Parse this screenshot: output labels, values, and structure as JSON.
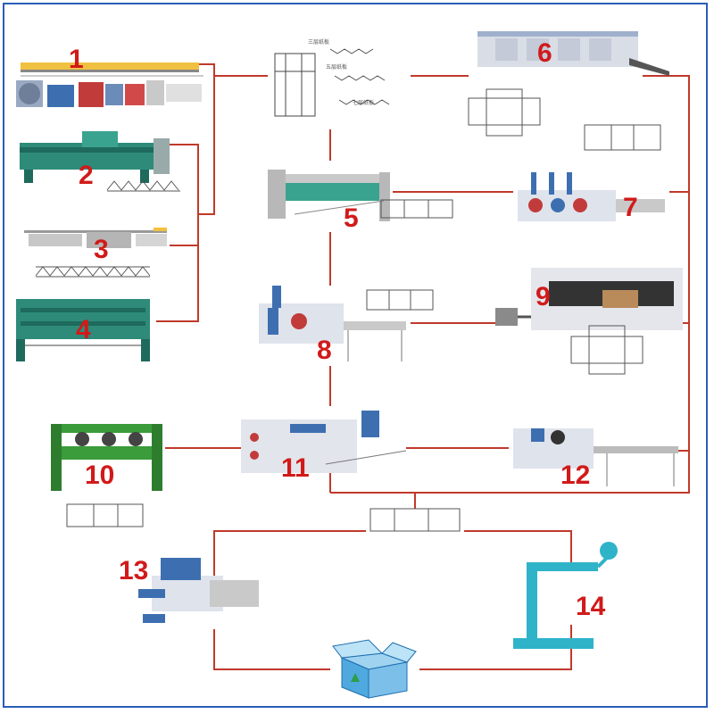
{
  "diagram": {
    "colors": {
      "line": "#c0392b",
      "number": "#d11a1a",
      "frame": "#2a5db8"
    },
    "stations": [
      {
        "id": 1,
        "label": "1",
        "machine": "corrugated-production-line"
      },
      {
        "id": 2,
        "label": "2",
        "machine": "single-facer-corrugator"
      },
      {
        "id": 3,
        "label": "3",
        "machine": "slitter-machine"
      },
      {
        "id": 4,
        "label": "4",
        "machine": "board-laminating-machine"
      },
      {
        "id": 5,
        "label": "5",
        "machine": "slitter-scorer"
      },
      {
        "id": 6,
        "label": "6",
        "machine": "flexo-printer-slotter-die-cutter"
      },
      {
        "id": 7,
        "label": "7",
        "machine": "printer-slotter"
      },
      {
        "id": 8,
        "label": "8",
        "machine": "printing-machine"
      },
      {
        "id": 9,
        "label": "9",
        "machine": "rotary-die-cutter"
      },
      {
        "id": 10,
        "label": "10",
        "machine": "thin-blade-slitter"
      },
      {
        "id": 11,
        "label": "11",
        "machine": "printer-slotter-die-cutter"
      },
      {
        "id": 12,
        "label": "12",
        "machine": "rotary-slotter"
      },
      {
        "id": 13,
        "label": "13",
        "machine": "folder-gluer"
      },
      {
        "id": 14,
        "label": "14",
        "machine": "box-stitcher"
      }
    ],
    "board_layers": [
      "三层纸板",
      "五层纸板",
      "七层纸板"
    ]
  }
}
